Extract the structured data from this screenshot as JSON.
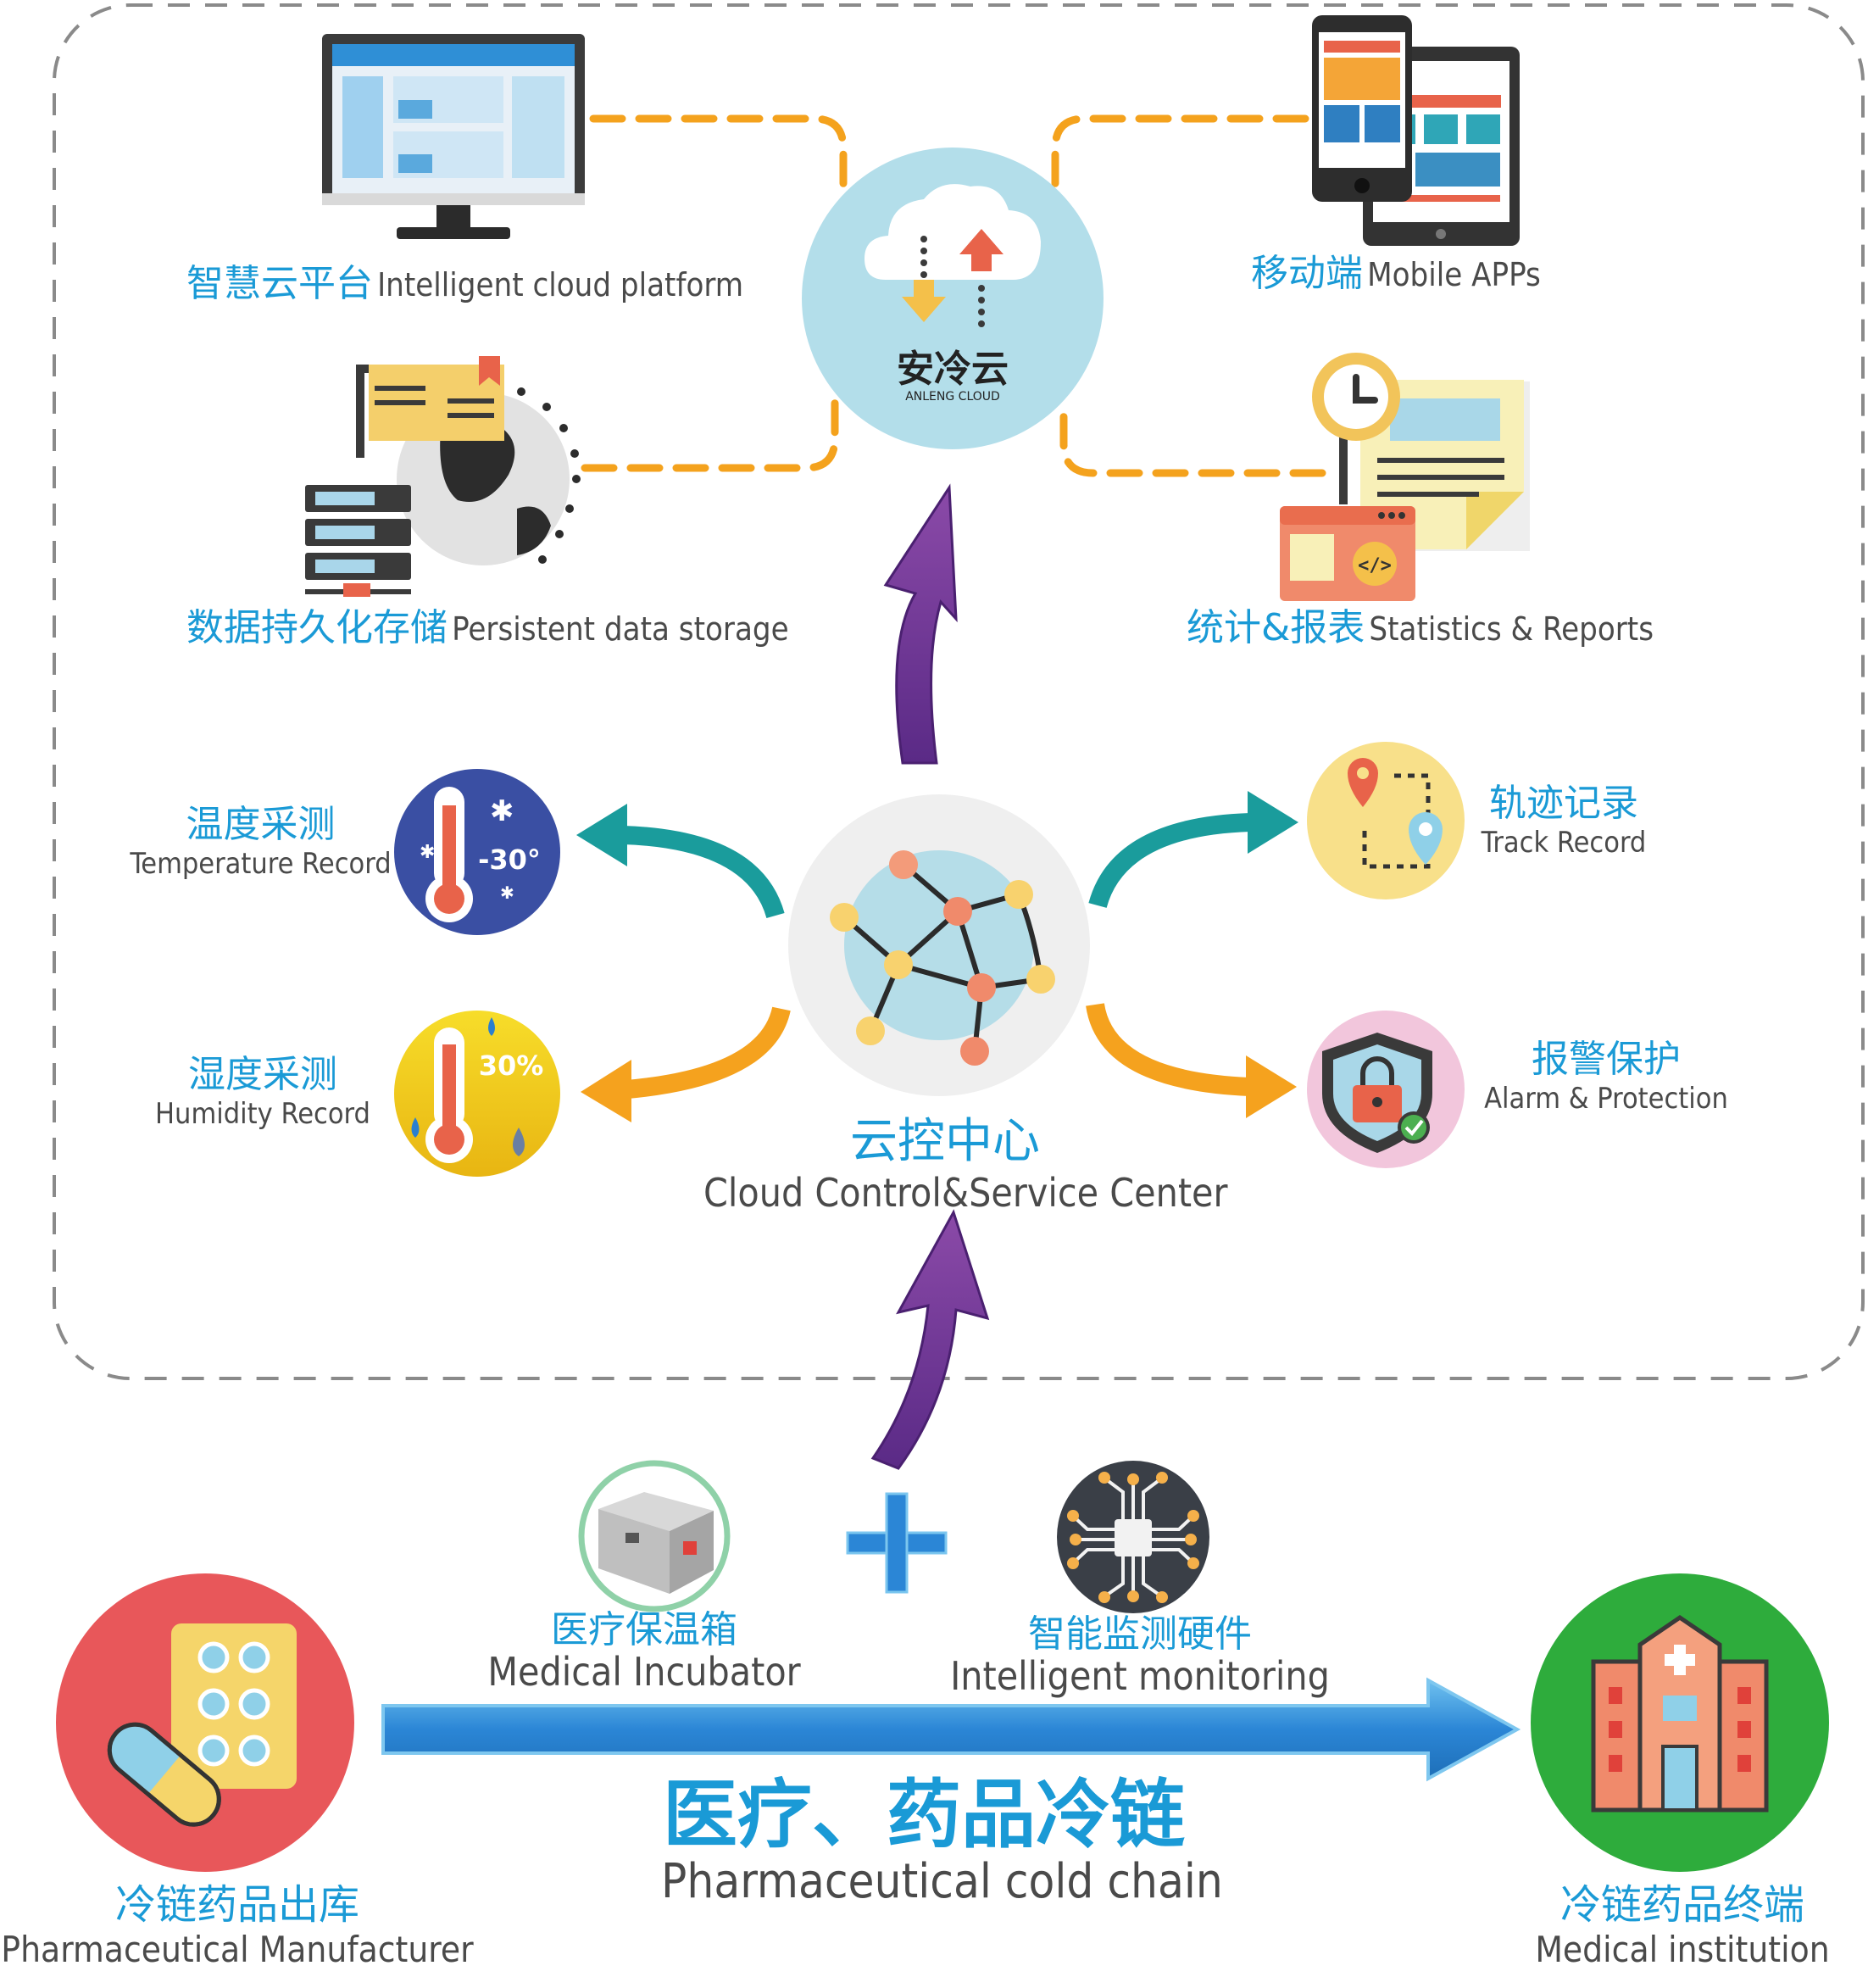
{
  "cloud_logo": {
    "cn": "安冷云",
    "en": "ANLENG CLOUD"
  },
  "top_left": {
    "platform": {
      "cn": "智慧云平台",
      "en": "Intelligent cloud platform"
    },
    "storage": {
      "cn": "数据持久化存储",
      "en": "Persistent data storage"
    }
  },
  "top_right": {
    "mobile": {
      "cn": "移动端",
      "en": "Mobile APPs"
    },
    "reports": {
      "cn": "统计&报表",
      "en": "Statistics & Reports"
    }
  },
  "middle": {
    "temperature": {
      "cn": "温度采测",
      "en": "Temperature Record",
      "icon_text": "-30°"
    },
    "humidity": {
      "cn": "湿度采测",
      "en": "Humidity Record",
      "icon_text": "30%"
    },
    "track": {
      "cn": "轨迹记录",
      "en": "Track Record"
    },
    "alarm": {
      "cn": "报警保护",
      "en": "Alarm & Protection"
    },
    "center": {
      "cn": "云控中心",
      "en": "Cloud Control&Service Center"
    }
  },
  "bottom": {
    "incubator": {
      "cn": "医疗保温箱",
      "en": "Medical Incubator"
    },
    "monitoring": {
      "cn": "智能监测硬件",
      "en": "Intelligent monitoring"
    },
    "chain": {
      "cn": "医疗、药品冷链",
      "en": "Pharmaceutical cold chain"
    },
    "manufacturer": {
      "cn": "冷链药品出库",
      "en": "Pharmaceutical Manufacturer"
    },
    "institution": {
      "cn": "冷链药品终端",
      "en": "Medical institution"
    }
  },
  "colors": {
    "label_blue": "#1a9ad6",
    "orange_dash": "#f4a21d",
    "purple_arrow": "#7b3f99",
    "teal_arrow": "#1a9c9c",
    "orange_arrow": "#f5a21e",
    "blue_arrow": "#2b7fcf",
    "manufacturer_red": "#e8575a",
    "institution_green": "#2eac3c"
  }
}
